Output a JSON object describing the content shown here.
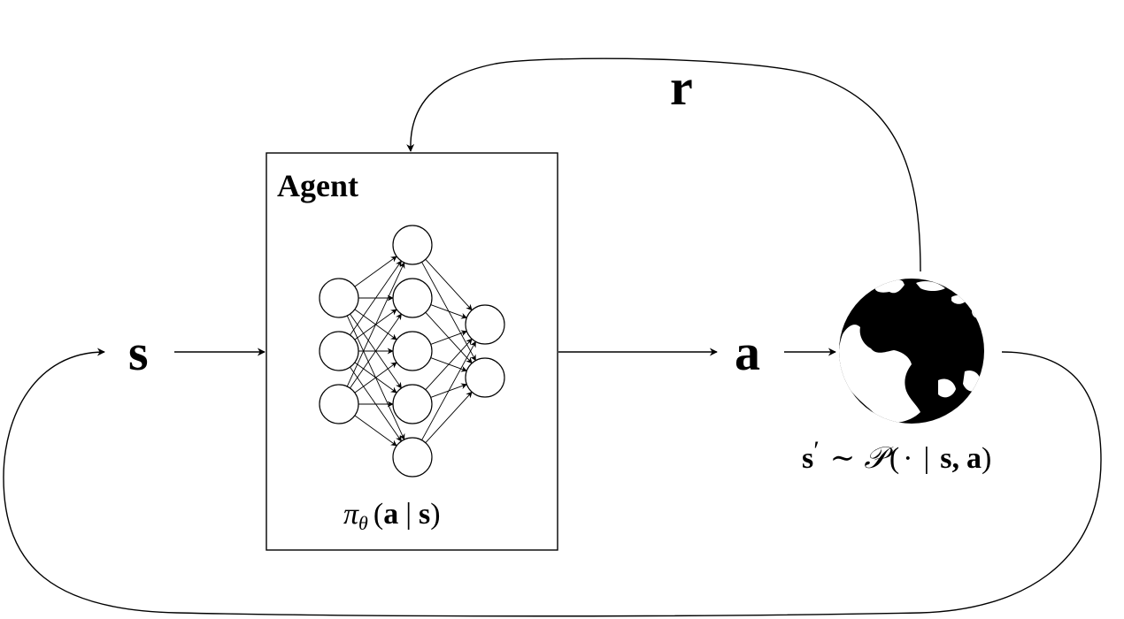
{
  "labels": {
    "state": "s",
    "action": "a",
    "reward": "r",
    "agent_title": "Agent",
    "policy": {
      "symbol": "π",
      "subscript": "θ",
      "open": "(",
      "arg_a": "a",
      "bar": "|",
      "arg_s": "s",
      "close": ")"
    },
    "transition": {
      "s_prime": "s",
      "prime": "′",
      "tilde": "∼",
      "P": "𝒫",
      "open": "(",
      "dot": "·",
      "bar": "|",
      "arg_s": "s,",
      "arg_a": "a",
      "close": ")"
    }
  },
  "network": {
    "layer_sizes": [
      3,
      5,
      2
    ]
  },
  "icons": {
    "environment": "globe-icon"
  },
  "colors": {
    "stroke": "#000000",
    "background": "#ffffff"
  }
}
